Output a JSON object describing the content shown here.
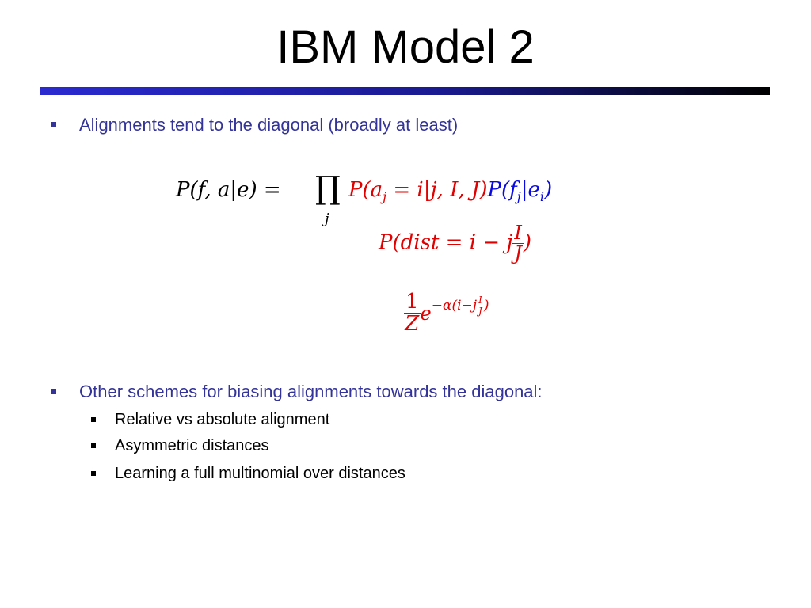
{
  "slide": {
    "title": "IBM Model 2",
    "bullets": [
      "Alignments tend to the diagonal (broadly at least)",
      "Other schemes for biasing alignments towards the diagonal:"
    ],
    "sub_bullets": [
      "Relative vs absolute alignment",
      "Asymmetric distances",
      "Learning a full multinomial over distances"
    ]
  },
  "equations": {
    "eq1_lhs": "P(f, a|e) =",
    "eq1_prod": "∏",
    "eq1_prod_index": "j",
    "eq1_term_red": "P(a",
    "eq1_term_red_sub": "j",
    "eq1_term_red_rest": " = i|j, I, J)",
    "eq1_term_blue": "P(f",
    "eq1_term_blue_sub1": "j",
    "eq1_term_blue_mid": "|e",
    "eq1_term_blue_sub2": "i",
    "eq1_term_blue_end": ")",
    "eq2_left": "P(dist = i − j",
    "eq2_frac_num": "I",
    "eq2_frac_den": "J",
    "eq2_right": ")",
    "eq3_num": "1",
    "eq3_den": "Z",
    "eq3_base": "e",
    "eq3_exp": "−α(i−j",
    "eq3_exp_num": "I",
    "eq3_exp_den": "J",
    "eq3_exp_end": ")"
  },
  "colors": {
    "bullet_text": "#333399",
    "rule_start": "#2a2ad0",
    "rule_end": "#000000",
    "equation_red": "#e00000",
    "equation_blue": "#0a0ae0"
  }
}
